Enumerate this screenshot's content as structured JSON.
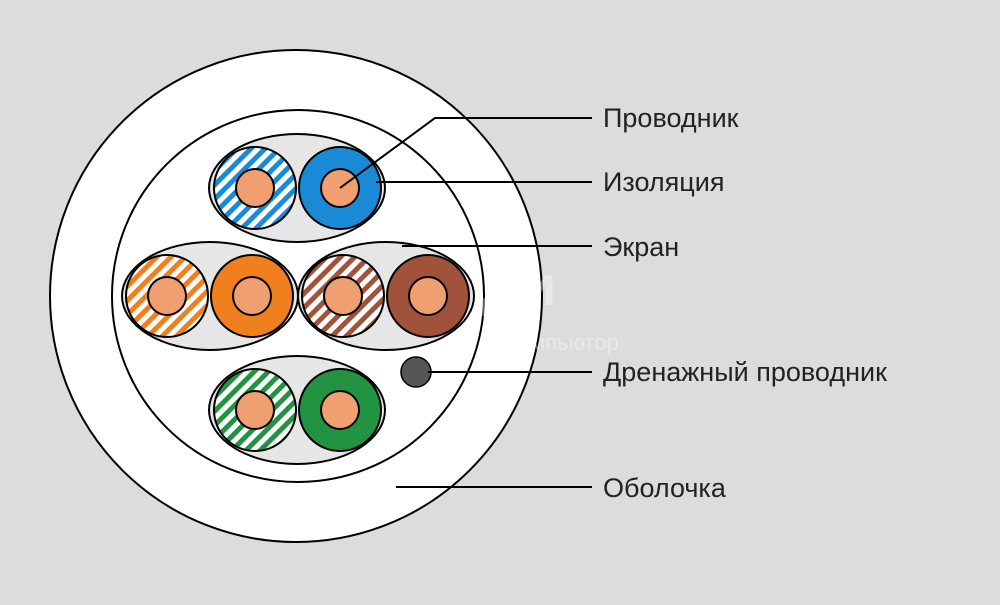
{
  "labels": {
    "conductor": "Проводник",
    "insulation": "Изоляция",
    "shield": "Экран",
    "drain_wire": "Дренажный проводник",
    "jacket": "Оболочка"
  },
  "watermark": {
    "main": "Ди",
    "sub": "мпьютор"
  },
  "colors": {
    "background": "#dcdcdc",
    "jacket": "#ffffff",
    "pair_foil": "#e6e6e6",
    "copper": "#f0a070",
    "drain": "#555555",
    "blue": "#1b8ad6",
    "orange": "#f07f1e",
    "brown": "#a0523a",
    "green": "#229341",
    "leader_line": "#000000"
  }
}
